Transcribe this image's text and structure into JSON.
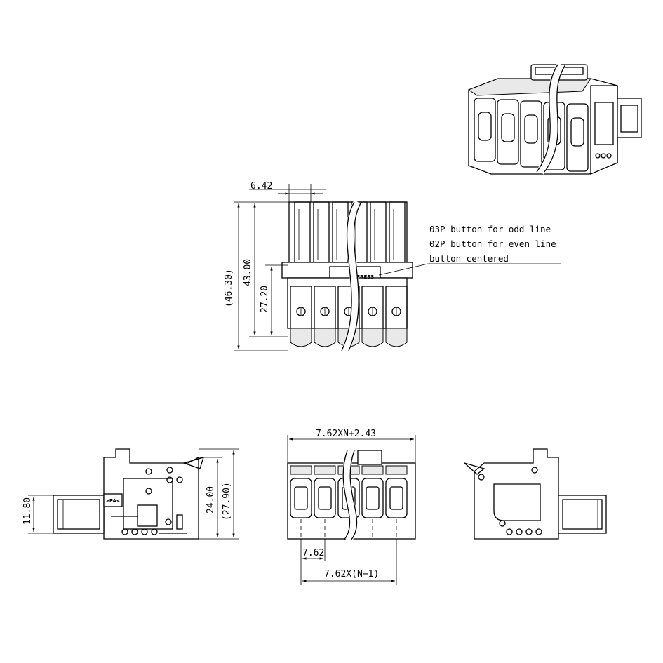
{
  "top_view": {
    "dim_pitch": "6.42",
    "dim_height_total": "(46.30)",
    "dim_height_body": "43.00",
    "dim_height_button": "27.20",
    "press_label": "PRESS",
    "notes": [
      "03P button for odd line",
      "02P button for even line",
      "button centered"
    ]
  },
  "side_view_left": {
    "dim_flange": "11.80",
    "dim_height": "24.00",
    "dim_height_total": "(27.90)",
    "lock_label": ">PA<"
  },
  "front_view": {
    "dim_width": "7.62XN+2.43",
    "dim_pitch": "7.62",
    "dim_span": "7.62X(N−1)"
  }
}
